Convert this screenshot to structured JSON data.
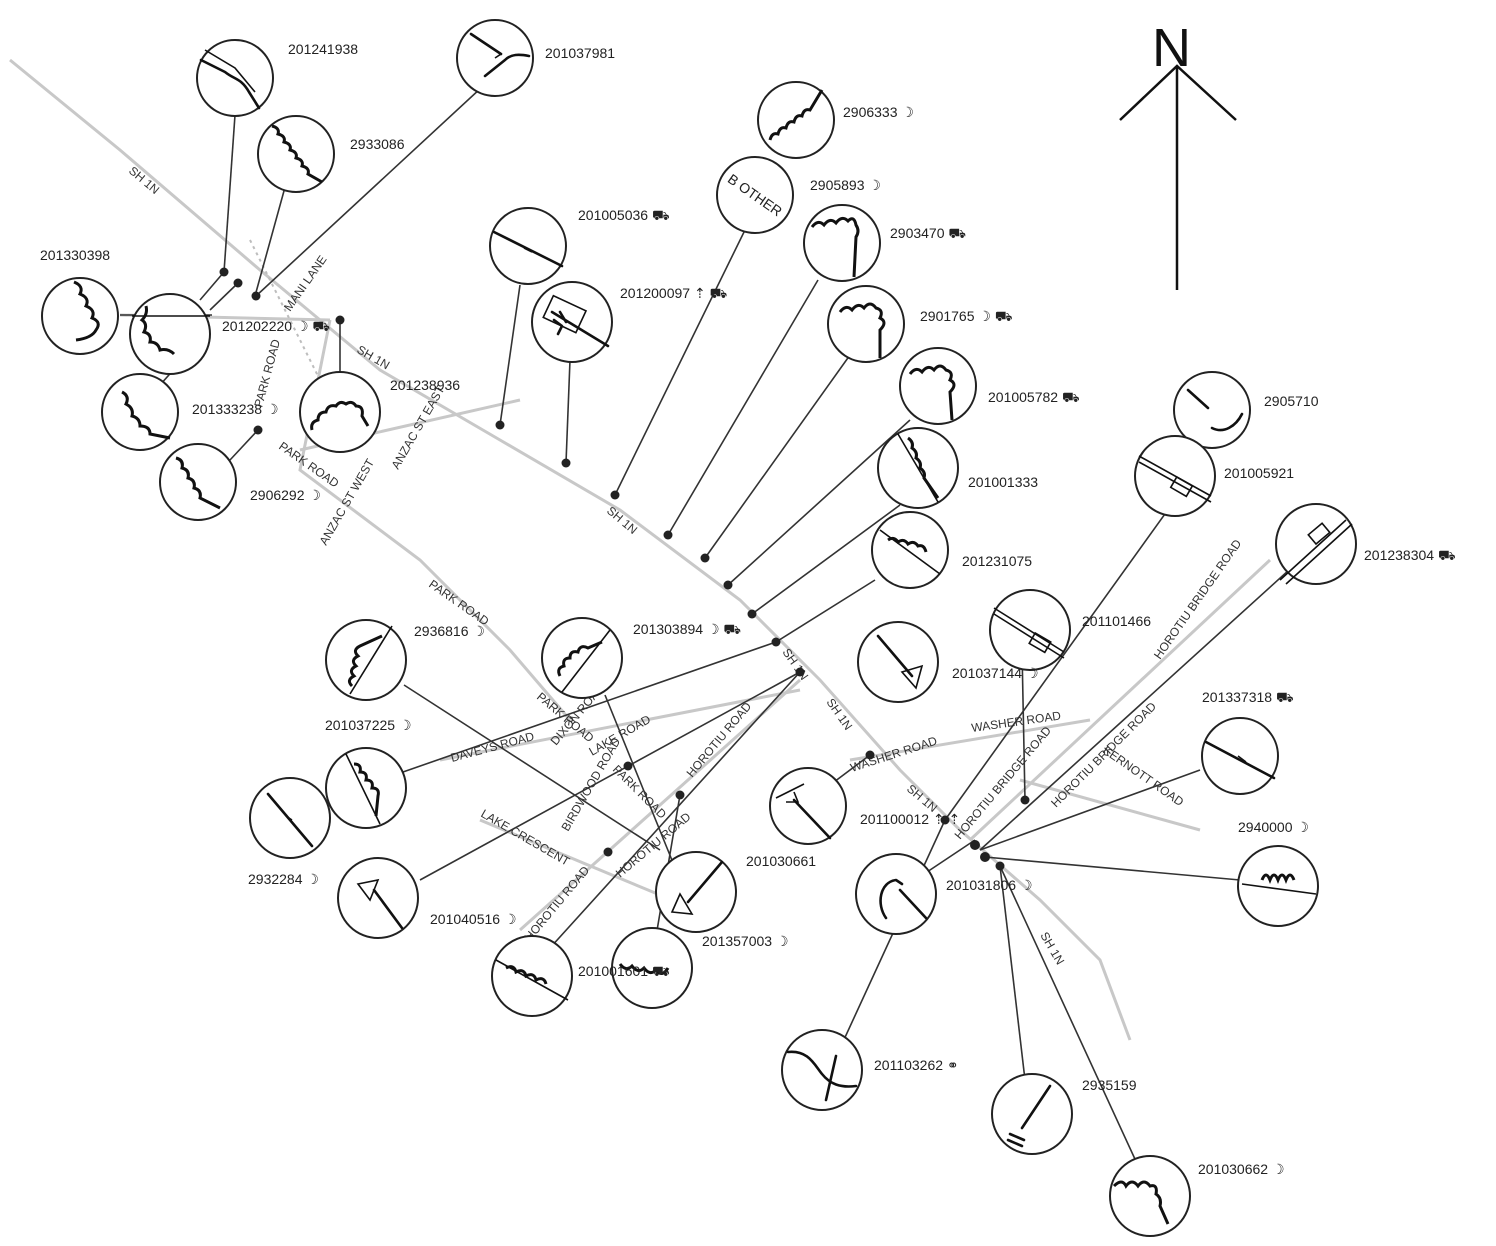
{
  "north": {
    "letter": "N"
  },
  "roads": [
    {
      "id": "sh1n_a",
      "label": "SH 1N"
    },
    {
      "id": "sh1n_b",
      "label": "SH 1N"
    },
    {
      "id": "sh1n_c",
      "label": "SH 1N"
    },
    {
      "id": "sh1n_d",
      "label": "SH 1N"
    },
    {
      "id": "sh1n_e",
      "label": "SH 1N"
    },
    {
      "id": "sh1n_f",
      "label": "SH 1N"
    },
    {
      "id": "sh1n_g",
      "label": "SH 1N"
    },
    {
      "id": "mani_lane",
      "label": "MANI LANE"
    },
    {
      "id": "park_road_a",
      "label": "PARK ROAD"
    },
    {
      "id": "park_road_b",
      "label": "PARK ROAD"
    },
    {
      "id": "park_road_c",
      "label": "PARK ROAD"
    },
    {
      "id": "park_road_d",
      "label": "PARK ROAD"
    },
    {
      "id": "park_road_e",
      "label": "PARK ROAD"
    },
    {
      "id": "anzac_w",
      "label": "ANZAC ST WEST"
    },
    {
      "id": "anzac_e",
      "label": "ANZAC ST EAST"
    },
    {
      "id": "dixon_road",
      "label": "DIXON ROAD"
    },
    {
      "id": "lake_road",
      "label": "LAKE ROAD"
    },
    {
      "id": "birdwood",
      "label": "BIRDWOOD ROAD"
    },
    {
      "id": "horotiu_road_a",
      "label": "HOROTIU ROAD"
    },
    {
      "id": "horotiu_road_b",
      "label": "HOROTIU ROAD"
    },
    {
      "id": "horotiu_road_c",
      "label": "HOROTIU ROAD"
    },
    {
      "id": "daveys",
      "label": "DAVEYS ROAD"
    },
    {
      "id": "lake_crescent",
      "label": "LAKE CRESCENT"
    },
    {
      "id": "washer_a",
      "label": "WASHER ROAD"
    },
    {
      "id": "washer_b",
      "label": "WASHER ROAD"
    },
    {
      "id": "horotiu_bridge_a",
      "label": "HOROTIU BRIDGE ROAD"
    },
    {
      "id": "horotiu_bridge_b",
      "label": "HOROTIU BRIDGE ROAD"
    },
    {
      "id": "horotiu_bridge_c",
      "label": "HOROTIU BRIDGE ROAD"
    },
    {
      "id": "kernott",
      "label": "KERNOTT ROAD"
    }
  ],
  "crashes": [
    {
      "id": "201241938",
      "label": "201241938"
    },
    {
      "id": "201037981",
      "label": "201037981"
    },
    {
      "id": "2933086",
      "label": "2933086"
    },
    {
      "id": "2906333",
      "label": "2906333 ☽"
    },
    {
      "id": "other",
      "label": "2905893 ☽",
      "other_text": "B OTHER"
    },
    {
      "id": "201005036",
      "label": "201005036 ⛟"
    },
    {
      "id": "2903470",
      "label": "2903470 ⛟"
    },
    {
      "id": "201330398",
      "label": "201330398"
    },
    {
      "id": "201202220",
      "label": "201202220 ☽ ⛟"
    },
    {
      "id": "201200097",
      "label": "201200097 ⇡ ⛟"
    },
    {
      "id": "2901765",
      "label": "2901765 ☽ ⛟"
    },
    {
      "id": "201238936",
      "label": "201238936"
    },
    {
      "id": "201333238",
      "label": "201333238 ☽"
    },
    {
      "id": "201005782",
      "label": "201005782 ⛟"
    },
    {
      "id": "2906292",
      "label": "2906292 ☽"
    },
    {
      "id": "201001333",
      "label": "201001333"
    },
    {
      "id": "2905710",
      "label": "2905710"
    },
    {
      "id": "201005921",
      "label": "201005921"
    },
    {
      "id": "201231075",
      "label": "201231075"
    },
    {
      "id": "201238304",
      "label": "201238304 ⛟"
    },
    {
      "id": "2936816",
      "label": "2936816 ☽"
    },
    {
      "id": "201303894",
      "label": "201303894 ☽ ⛟"
    },
    {
      "id": "201101466",
      "label": "201101466"
    },
    {
      "id": "201037144",
      "label": "201037144 ☽"
    },
    {
      "id": "201337318",
      "label": "201337318 ⛟"
    },
    {
      "id": "201037225",
      "label": "201037225 ☽"
    },
    {
      "id": "2940000",
      "label": "2940000 ☽"
    },
    {
      "id": "201100012",
      "label": "201100012 ⇡ ⇡"
    },
    {
      "id": "2932284",
      "label": "2932284 ☽"
    },
    {
      "id": "201030661",
      "label": "201030661"
    },
    {
      "id": "201031806",
      "label": "201031806 ☽"
    },
    {
      "id": "201040516",
      "label": "201040516 ☽"
    },
    {
      "id": "201357003",
      "label": "201357003 ☽"
    },
    {
      "id": "201001601",
      "label": "201001601 ⛟"
    },
    {
      "id": "201103262",
      "label": "201103262 ⚭"
    },
    {
      "id": "2935159",
      "label": "2935159"
    },
    {
      "id": "201030662",
      "label": "201030662 ☽"
    }
  ]
}
